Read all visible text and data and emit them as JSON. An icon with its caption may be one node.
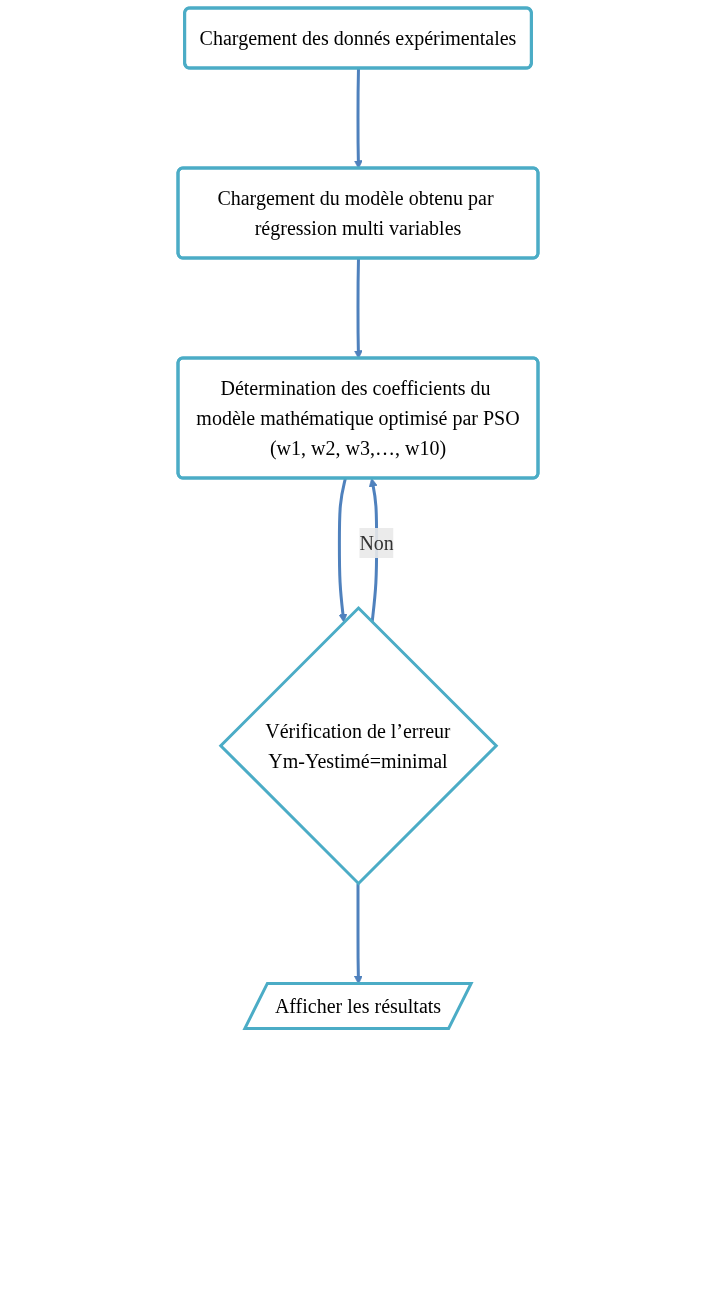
{
  "diagram": {
    "nodes": [
      {
        "text": [
          "Chargement des donnés expérimentales"
        ]
      },
      {
        "text": [
          "Chargement du modèle obtenu par régression multi variables"
        ]
      },
      {
        "text": [
          "Détermination des coefficients du modèle mathématique optimisé par PSO",
          "(w1, w2, w3,…, w10)"
        ]
      },
      {
        "text": [
          "Vérification de l’erreur",
          "Ym-Yestimé=minimal"
        ]
      },
      {
        "text": [
          "Afficher les résultats"
        ]
      }
    ],
    "edges": [
      {
        "from": 0,
        "to": 1,
        "arrow": "to"
      },
      {
        "from": 1,
        "to": 2,
        "arrow": "to"
      },
      {
        "from": 2,
        "to": 3,
        "arrow": "to"
      },
      {
        "from": 3,
        "to": 4,
        "arrow": "to"
      },
      {
        "from": 3,
        "to": 2,
        "arrow": "to",
        "label": "Non"
      }
    ]
  }
}
